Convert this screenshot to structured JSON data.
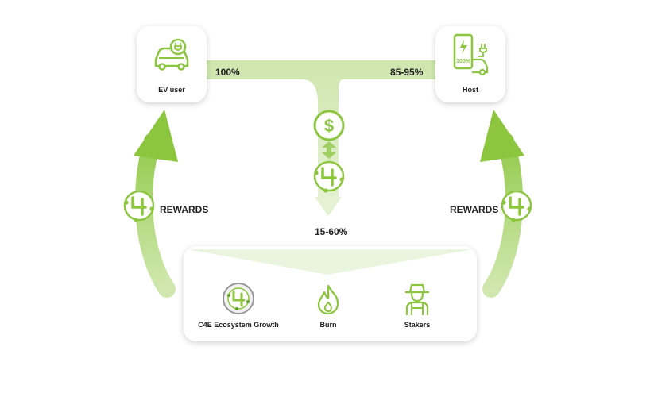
{
  "colors": {
    "green": "#8cc63f",
    "green_light": "#d3e9b3",
    "green_pale": "#e8f3da",
    "text": "#222222"
  },
  "nodes": {
    "ev_user": "EV user",
    "host": "Host",
    "ecosystem": "C4E Ecosystem Growth",
    "burn": "Burn",
    "stakers": "Stakers"
  },
  "flows": {
    "ev_user_share": "100%",
    "host_share": "85-95%",
    "bottom_share": "15-60%",
    "rewards_left": "REWARDS",
    "rewards_right": "REWARDS"
  },
  "icons": {
    "ev_user": "electric-car-icon",
    "host": "phone-charging-icon",
    "dollar": "dollar-coin-icon",
    "exchange": "up-down-arrows-icon",
    "token": "c4e-token-icon",
    "ecosystem": "c4e-logo-icon",
    "burn": "flame-icon",
    "stakers": "farmer-icon"
  },
  "host_phone_text": "100%"
}
